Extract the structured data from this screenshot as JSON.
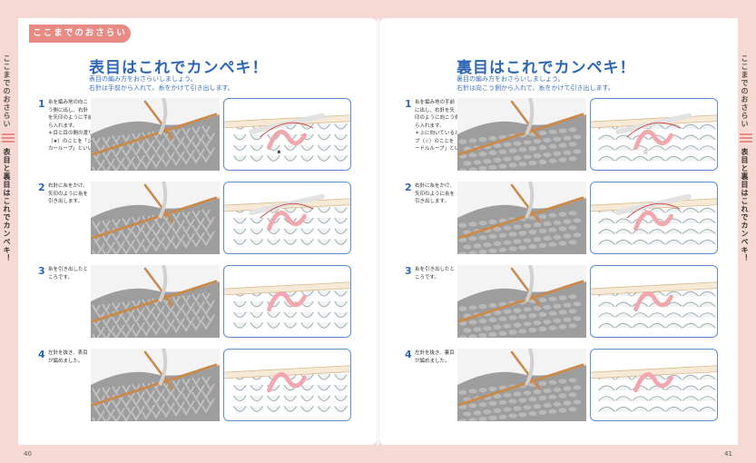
{
  "tab": "ここまでのおさらい",
  "side_heading": "ここまでのおさらい",
  "side_title": "表目と裏目はこれでカンペキ！",
  "left": {
    "title": "表目はこれでカンペキ！",
    "subtitle_1": "表目の編み方をおさらいしましょう。",
    "subtitle_2": "右針は手前から入れて、糸をかけて引き出します。",
    "steps": [
      {
        "num": "1",
        "lines": [
          "糸を編み地の向こ",
          "う側に出し、右針",
          "を矢印のように手前か",
          "ら入れます。",
          "＊目と目の間の渡り糸",
          "（★）のことを「シン",
          "カーループ」といいます。"
        ]
      },
      {
        "num": "2",
        "lines": [
          "右針に糸をかけ、",
          "矢印のように糸を",
          "引き出します。"
        ]
      },
      {
        "num": "3",
        "lines": [
          "糸を引き出したと",
          "ころです。"
        ]
      },
      {
        "num": "4",
        "lines": [
          "左針を抜き、表目",
          "が編めました。"
        ]
      }
    ],
    "page_number": "40"
  },
  "right": {
    "title": "裏目はこれでカンペキ！",
    "subtitle_1": "裏目の編み方をおさらいしましょう。",
    "subtitle_2": "右針は向こう側から入れて、糸をかけて引き出します。",
    "steps": [
      {
        "num": "1",
        "lines": [
          "糸を編み地の手前",
          "に出し、右針を矢",
          "印のように向こう側か",
          "ら入れます。",
          "＊上に向いているルー",
          "プ（☆）のことを「ニ",
          "ードルループ」といいます。"
        ]
      },
      {
        "num": "2",
        "lines": [
          "右針に糸をかけ、",
          "矢印のように糸を",
          "引き出します。"
        ]
      },
      {
        "num": "3",
        "lines": [
          "糸を引き出したと",
          "ころです。"
        ]
      },
      {
        "num": "4",
        "lines": [
          "左針を抜き、裏目",
          "が編めました。"
        ]
      }
    ],
    "page_number": "41"
  },
  "diagram_marks": {
    "star_filled": "★",
    "star_outline": "☆"
  },
  "colors": {
    "accent_pink": "#e98a84",
    "title_blue": "#2d67b3",
    "yarn_pink": "#f2a6ad",
    "needle": "#c98a4e",
    "yarn_gray": "#9d9d9d"
  }
}
